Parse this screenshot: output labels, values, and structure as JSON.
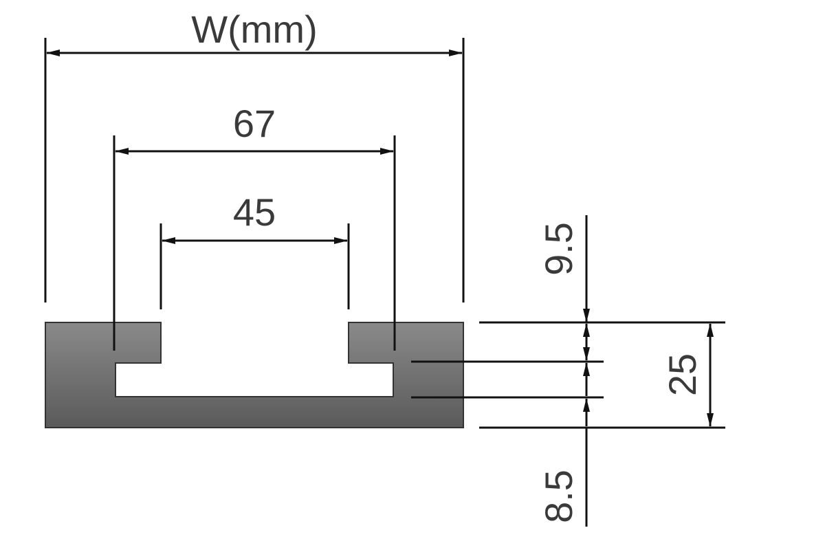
{
  "labels": {
    "overall_width": "W(mm)",
    "slot_width": "67",
    "opening_width": "45",
    "lip_thickness": "9.5",
    "total_height": "25",
    "base_thickness": "8.5"
  },
  "colors": {
    "text": "#3a3a3a",
    "line": "#111111",
    "profile_top": "#8a8a8a",
    "profile_bottom": "#5a5a5a"
  }
}
